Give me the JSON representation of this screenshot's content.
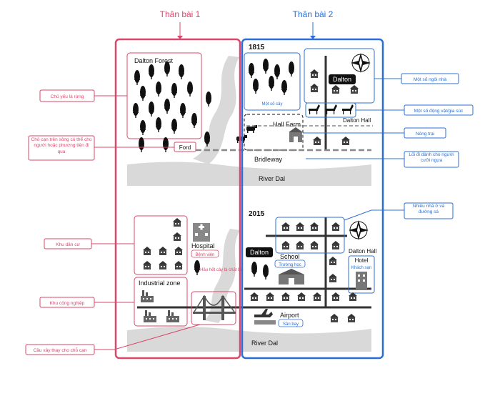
{
  "headers": {
    "left": "Thân bài 1",
    "right": "Thân bài 2"
  },
  "years": {
    "top": "1815",
    "bottom": "2015"
  },
  "map1815": {
    "forest": "Dalton Forest",
    "trees_note": "Một số cây",
    "dalton": "Dalton",
    "farm": "Hall Farm",
    "dalton_hall": "Dalton Hall",
    "ford": "Ford",
    "bridleway": "Bridleway",
    "river": "River Dal"
  },
  "map2015": {
    "hospital": "Hospital",
    "hospital_vi": "Bệnh viện",
    "trees_cut": "Hầu hết cây bị chặt bỏ",
    "industrial": "Industrial zone",
    "dalton": "Dalton",
    "school": "School",
    "school_vi": "Trường học",
    "dalton_hall": "Dalton Hall",
    "hotel": "Hotel",
    "hotel_vi": "Khách sạn",
    "airport": "Airport",
    "airport_vi": "Sân bay",
    "river": "River Dal"
  },
  "left_callouts": [
    "Chủ yếu là rừng",
    "Chỗ cạn trên sông có thể cho người hoặc phương tiện đi qua",
    "Khu dân cư",
    "Khu công nghiệp",
    "Cầu xây thay cho chỗ cạn"
  ],
  "right_callouts": [
    "Một số ngôi nhà",
    "Một số động vật/gia súc",
    "Nông trại",
    "Lối đi dành cho người cưỡi ngựa",
    "Nhiều nhà ở và đường sá"
  ],
  "colors": {
    "pink": "#d9486b",
    "blue": "#2b6fd6",
    "river": "#d9d9d9",
    "road": "#333333"
  }
}
